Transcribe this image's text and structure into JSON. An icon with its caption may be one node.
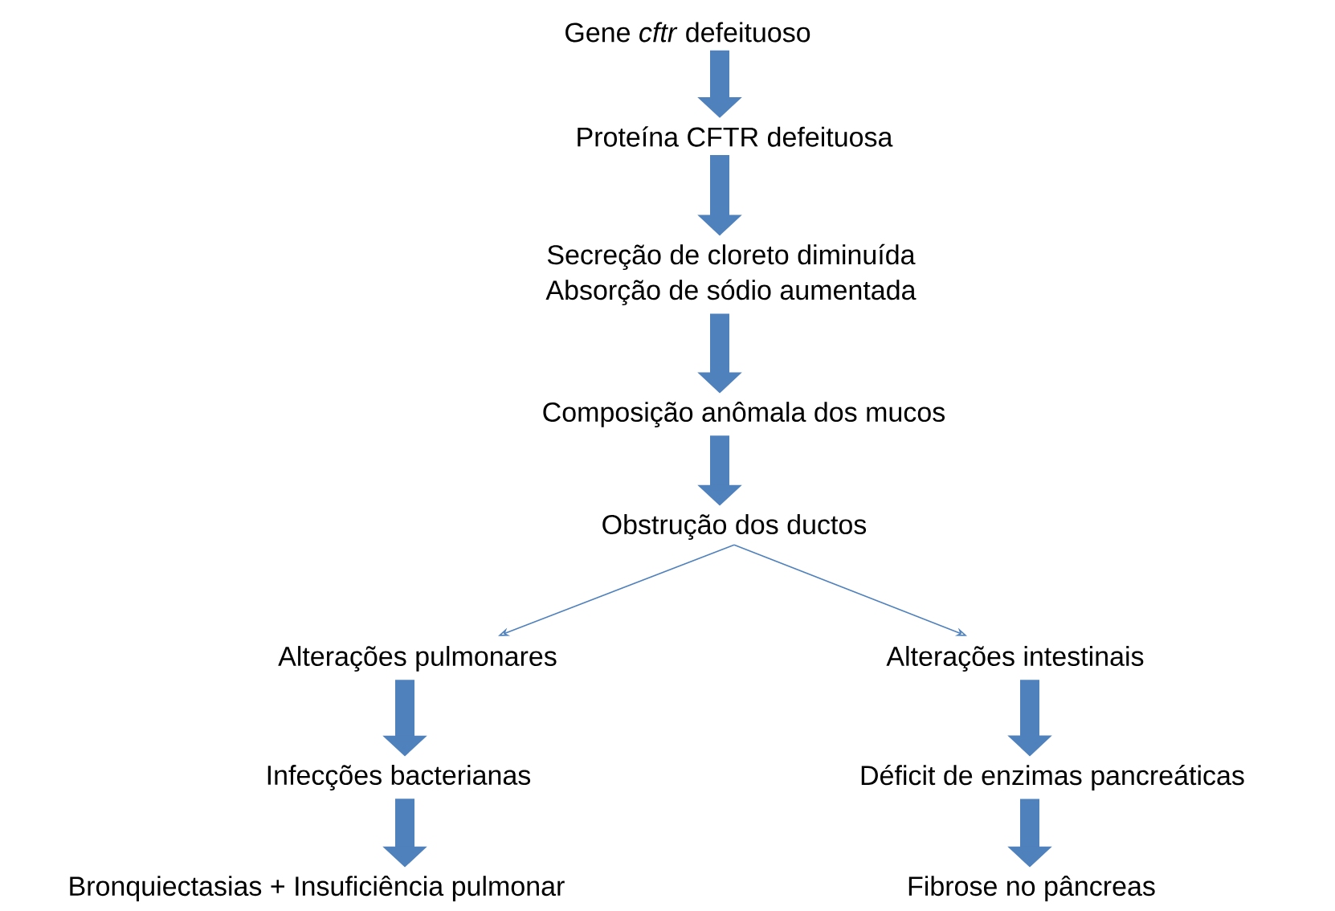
{
  "diagram": {
    "nodes": [
      {
        "text": [
          "Gene *cftr* defeituoso"
        ]
      },
      {
        "text": [
          "Proteína CFTR defeituosa"
        ]
      },
      {
        "text": [
          "Secreção de cloreto diminuída",
          "Absorção de sódio aumentada"
        ]
      },
      {
        "text": [
          "Composição anômala dos mucos"
        ]
      },
      {
        "text": [
          "Obstrução dos ductos"
        ]
      },
      {
        "text": [
          "Alterações pulmonares"
        ]
      },
      {
        "text": [
          "Alterações intestinais"
        ]
      },
      {
        "text": [
          "Infecções bacterianas"
        ]
      },
      {
        "text": [
          "Déficit de enzimas pancreáticas"
        ]
      },
      {
        "text": [
          "Bronquiectasias + Insuficiência pulmonar"
        ]
      },
      {
        "text": [
          "Fibrose no pâncreas"
        ]
      }
    ],
    "edges": [
      {
        "from": 0,
        "to": 1,
        "arrow": "to"
      },
      {
        "from": 1,
        "to": 2,
        "arrow": "to"
      },
      {
        "from": 2,
        "to": 3,
        "arrow": "to"
      },
      {
        "from": 3,
        "to": 4,
        "arrow": "to"
      },
      {
        "from": 4,
        "to": 5,
        "arrow": "to"
      },
      {
        "from": 4,
        "to": 6,
        "arrow": "to"
      },
      {
        "from": 5,
        "to": 7,
        "arrow": "to"
      },
      {
        "from": 7,
        "to": 9,
        "arrow": "to"
      },
      {
        "from": 6,
        "to": 8,
        "arrow": "to"
      },
      {
        "from": 8,
        "to": 10,
        "arrow": "to"
      }
    ]
  }
}
